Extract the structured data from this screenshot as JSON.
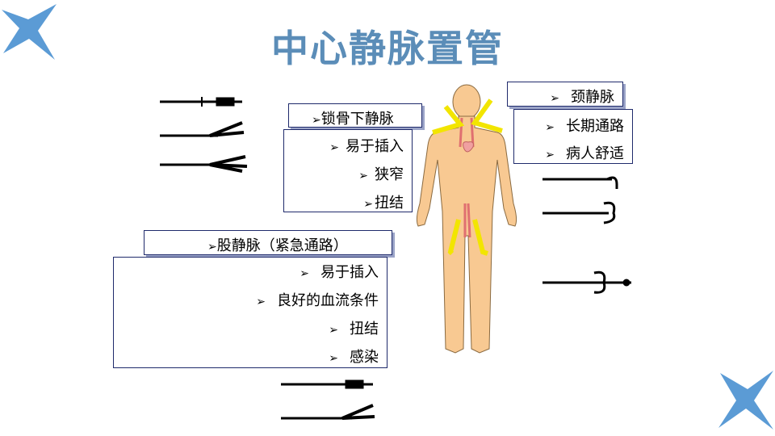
{
  "title": "中心静脉置管",
  "colors": {
    "title": "#5b8db8",
    "star": "#5b9bd5",
    "skin": "#f8c992",
    "vessel": "#f2e500",
    "box_border": "#1f2a6b"
  },
  "bullet_glyph": "➢",
  "subclavian": {
    "header": "锁骨下静脉",
    "items": [
      "易于插入",
      "狭窄",
      "扭结"
    ]
  },
  "jugular": {
    "header": "颈静脉",
    "items": [
      "长期通路",
      "病人舒适"
    ]
  },
  "femoral": {
    "header": "股静脉（紧急通路）",
    "items": [
      "易于插入",
      "良好的血流条件",
      "扭结",
      "感染"
    ]
  }
}
